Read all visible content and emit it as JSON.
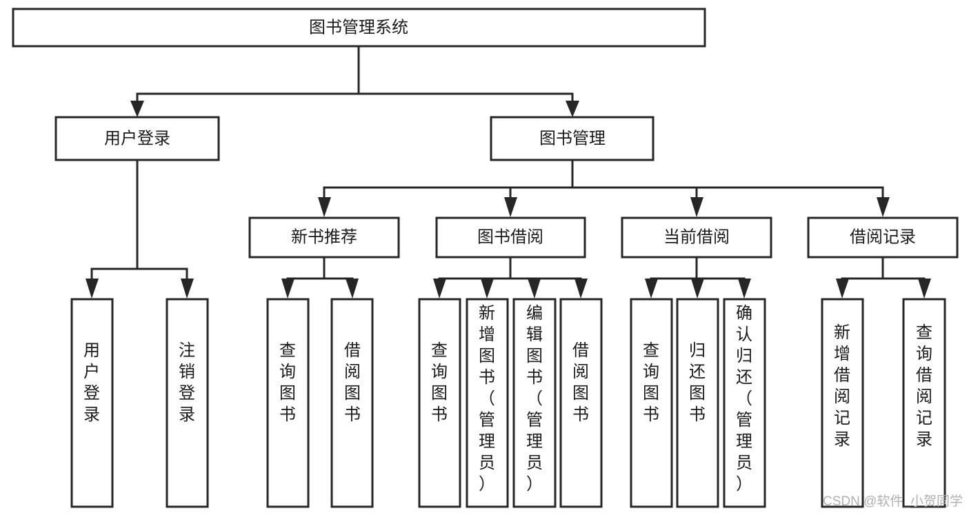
{
  "diagram": {
    "type": "tree-hierarchy",
    "root": {
      "id": "system-root",
      "label": "图书管理系统"
    },
    "level2": [
      {
        "id": "user-login",
        "label": "用户登录"
      },
      {
        "id": "book-management",
        "label": "图书管理"
      }
    ],
    "level3": [
      {
        "id": "new-book-recommend",
        "label": "新书推荐",
        "parent": "book-management"
      },
      {
        "id": "book-borrow",
        "label": "图书借阅",
        "parent": "book-management"
      },
      {
        "id": "current-borrow",
        "label": "当前借阅",
        "parent": "book-management"
      },
      {
        "id": "borrow-record",
        "label": "借阅记录",
        "parent": "book-management"
      }
    ],
    "leaves": [
      {
        "id": "leaf-user-login",
        "label": "用户登录",
        "parent": "user-login"
      },
      {
        "id": "leaf-logout-login",
        "label": "注销登录",
        "parent": "user-login"
      },
      {
        "id": "leaf-query-book-1",
        "label": "查询图书",
        "parent": "new-book-recommend"
      },
      {
        "id": "leaf-borrow-book-1",
        "label": "借阅图书",
        "parent": "new-book-recommend"
      },
      {
        "id": "leaf-query-book-2",
        "label": "查询图书",
        "parent": "book-borrow"
      },
      {
        "id": "leaf-add-book",
        "label": "新增图书（管理员）",
        "parent": "book-borrow"
      },
      {
        "id": "leaf-edit-book",
        "label": "编辑图书（管理员）",
        "parent": "book-borrow"
      },
      {
        "id": "leaf-borrow-book-2",
        "label": "借阅图书",
        "parent": "book-borrow"
      },
      {
        "id": "leaf-query-book-3",
        "label": "查询图书",
        "parent": "current-borrow"
      },
      {
        "id": "leaf-return-book",
        "label": "归还图书",
        "parent": "current-borrow"
      },
      {
        "id": "leaf-confirm-return",
        "label": "确认归还（管理员）",
        "parent": "current-borrow"
      },
      {
        "id": "leaf-add-borrow-record",
        "label": "新增借阅记录",
        "parent": "borrow-record"
      },
      {
        "id": "leaf-query-borrow-record",
        "label": "查询借阅记录",
        "parent": "borrow-record"
      }
    ]
  },
  "watermark": {
    "text": "CSDN @软件_小贺同学"
  },
  "colors": {
    "stroke": "#262626",
    "box_fill": "#ffffff",
    "text": "#1a1a1a",
    "watermark": "#b0b0b0",
    "background": "#ffffff"
  }
}
